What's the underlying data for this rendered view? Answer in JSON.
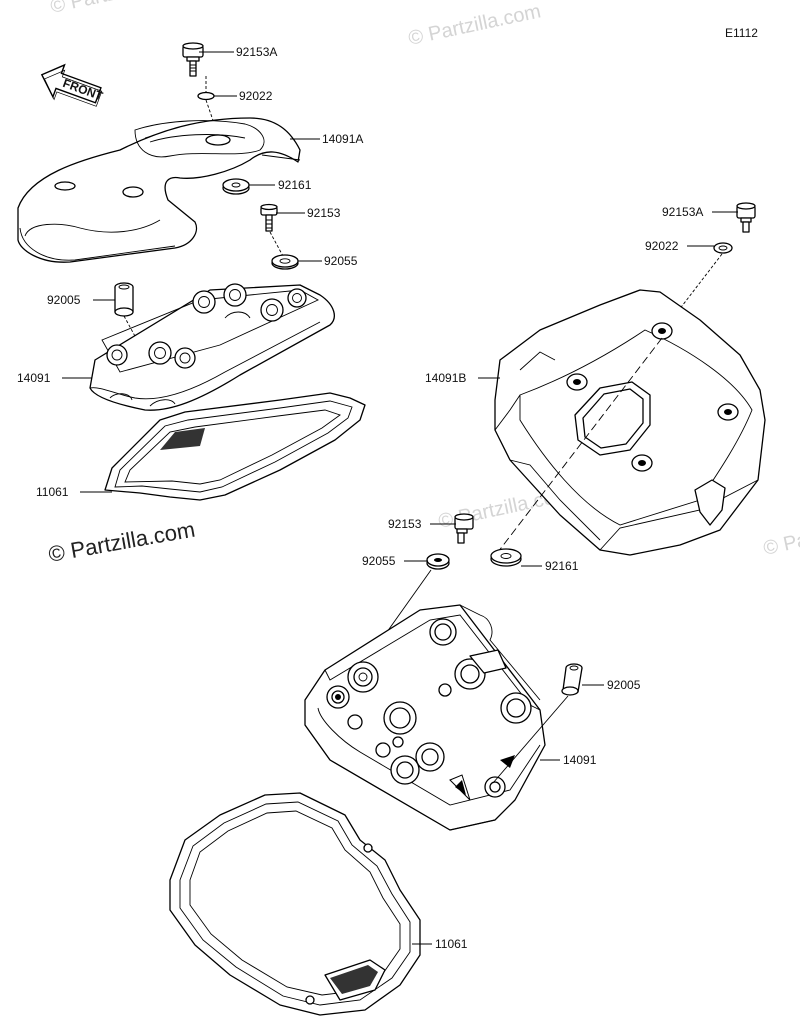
{
  "diagram_id": "E1112",
  "watermark": {
    "main": "© Partzilla.com",
    "faint": "© Partzilla.com"
  },
  "front_arrow_label": "FRONT",
  "labels": {
    "l_92153A_top": "92153A",
    "l_92022_top": "92022",
    "l_14091A": "14091A",
    "l_92161_top": "92161",
    "l_92153_top": "92153",
    "l_92055_top": "92055",
    "l_92005_left": "92005",
    "l_14091_left": "14091",
    "l_11061_left": "11061",
    "l_92153A_right": "92153A",
    "l_92022_right": "92022",
    "l_14091B": "14091B",
    "l_92153_mid": "92153",
    "l_92055_mid": "92055",
    "l_92161_mid": "92161",
    "l_92005_right": "92005",
    "l_14091_right": "14091",
    "l_11061_bottom": "11061"
  }
}
